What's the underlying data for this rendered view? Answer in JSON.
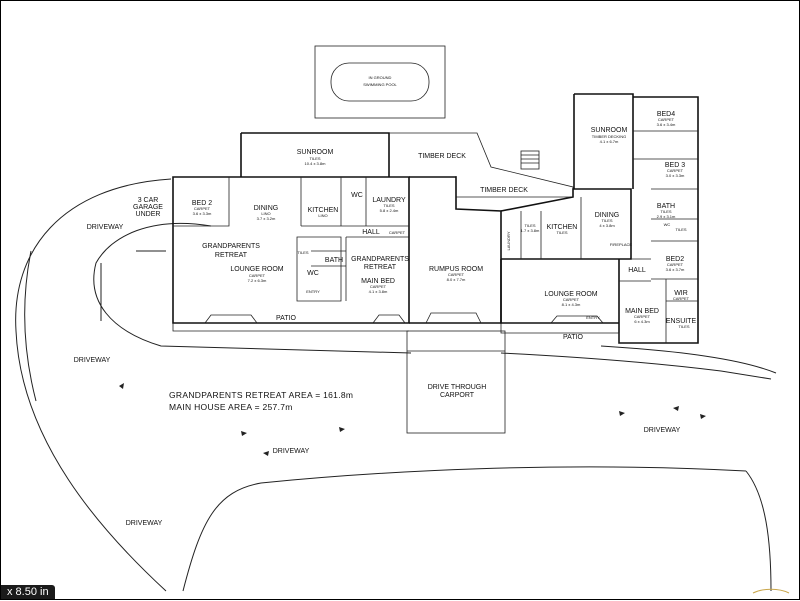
{
  "pool": {
    "sub": "IN GROUND",
    "name": "SWIMMING POOL"
  },
  "rooms": {
    "sunroom1": {
      "name": "SUNROOM",
      "floor": "TILES",
      "size": "10.4 x 3.8m"
    },
    "sunroom2": {
      "name": "SUNROOM",
      "floor": "TIMBER DECKING",
      "size": "4.1 x 6.7m"
    },
    "timber_deck1": "TIMBER DECK",
    "timber_deck2": "TIMBER DECK",
    "bed4": {
      "name": "BED4",
      "floor": "CARPET",
      "size": "3.6 x 3.4m"
    },
    "bed3": {
      "name": "BED 3",
      "floor": "CARPET",
      "size": "3.0 x 3.3m"
    },
    "bed2_right": {
      "name": "BED2",
      "floor": "CARPET",
      "size": "3.6 x 3.7m"
    },
    "bath_right": {
      "name": "BATH",
      "floor": "TILES",
      "size": "2.9 x 3.1m"
    },
    "wc_right": "WC",
    "tiles_right": "TILES",
    "bed2_left": {
      "name": "BED 2",
      "floor": "CARPET",
      "size": "3.6 x 3.3m"
    },
    "dining_left": {
      "name": "DINING",
      "floor": "LINO",
      "size": "3.7 x 3.2m"
    },
    "kitchen_left": {
      "name": "KITCHEN",
      "floor": "LINO"
    },
    "wc_left": "WC",
    "laundry_left": {
      "name": "LAUNDRY",
      "floor": "TILES",
      "size": "5.8 x 2.4m"
    },
    "hall_left": "HALL",
    "carpet_hall": "CARPET",
    "gp_retreat1": {
      "line1": "GRANDPARENTS",
      "line2": "RETREAT"
    },
    "gp_retreat2": {
      "line1": "GRANDPARENTS",
      "line2": "RETREAT"
    },
    "lounge_left": {
      "name": "LOUNGE ROOM",
      "floor": "CARPET",
      "size": "7.2 x 6.3m"
    },
    "bath_left": "BATH",
    "tiles_left": "TILES",
    "wc_left2": "WC",
    "main_bed_left": {
      "name": "MAIN BED",
      "floor": "CARPET",
      "size": "4.1 x 3.8m"
    },
    "entry_left": "ENTRY",
    "rumpus": {
      "name": "RUMPUS ROOM",
      "floor": "CARPET",
      "size": "8.0 x 7.7m"
    },
    "laundry_mid": {
      "name": "LAUNDRY",
      "floor": "TILES",
      "size": "1.7 x 3.8m"
    },
    "kitchen_mid": {
      "name": "KITCHEN",
      "floor": "TILES"
    },
    "dining_right": {
      "name": "DINING",
      "floor": "TILES",
      "size": "4 x 3.8m"
    },
    "fireplace": "FIREPLACE",
    "hall_right": "HALL",
    "lounge_right": {
      "name": "LOUNGE ROOM",
      "floor": "CARPET",
      "size": "8.1 x 4.3m"
    },
    "entry_right": "ENTRY",
    "main_bed_right": {
      "name": "MAIN BED",
      "floor": "CARPET",
      "size": "6 x 4.3m"
    },
    "wir": {
      "name": "WIR",
      "floor": "CARPET"
    },
    "ensuite": {
      "name": "ENSUITE",
      "floor": "TILES"
    },
    "patio1": "PATIO",
    "patio2": "PATIO",
    "carport": {
      "line1": "DRIVE THROUGH",
      "line2": "CARPORT"
    },
    "garage": {
      "line1": "3 CAR",
      "line2": "GARAGE",
      "line3": "UNDER"
    }
  },
  "driveways": [
    "DRIVEWAY",
    "DRIVEWAY",
    "DRIVEWAY",
    "DRIVEWAY",
    "DRIVEWAY"
  ],
  "areas": {
    "retreat": "GRANDPARENTS RETREAT AREA = 161.8m",
    "main": "MAIN HOUSE AREA = 257.7m"
  },
  "viewer": {
    "zoom": "x 8.50 in"
  }
}
